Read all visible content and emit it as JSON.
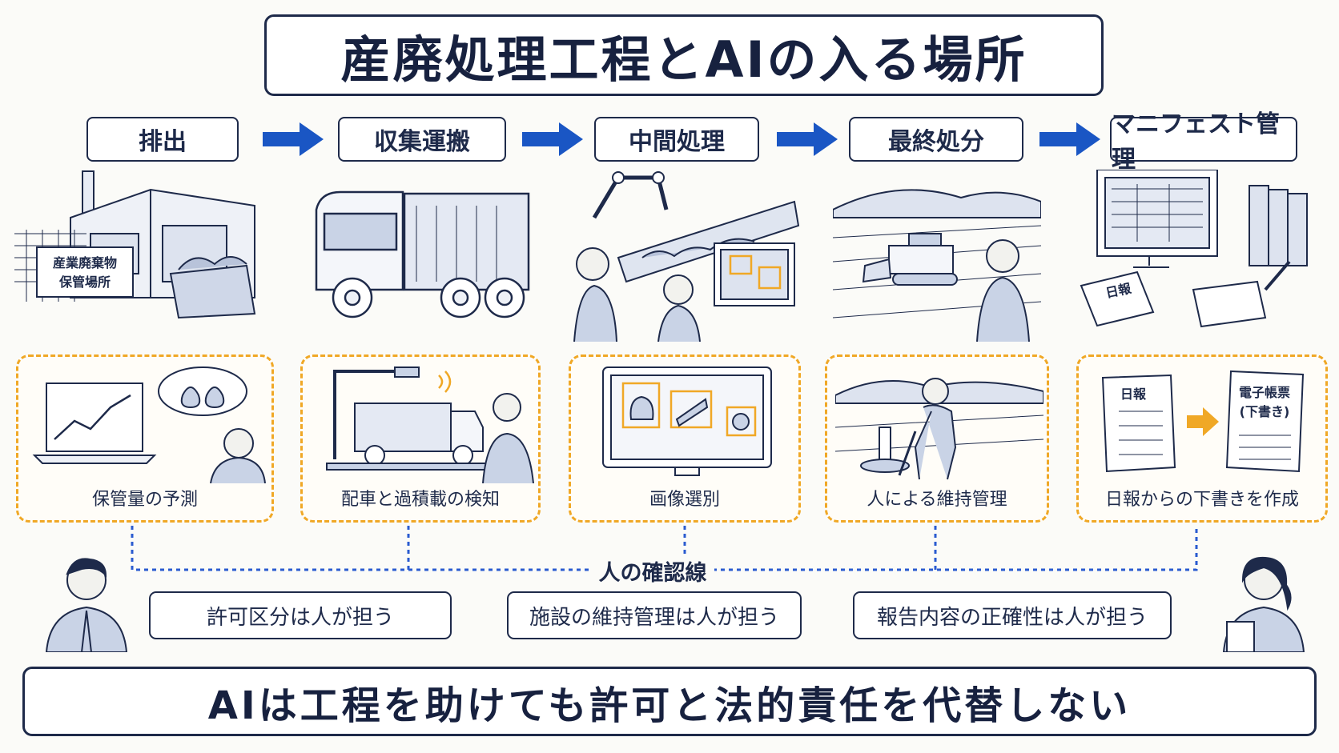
{
  "title": "産廃処理工程とAIの入る場所",
  "steps": [
    {
      "label": "排出"
    },
    {
      "label": "収集運搬"
    },
    {
      "label": "中間処理"
    },
    {
      "label": "最終処分"
    },
    {
      "label": "マニフェスト管理"
    }
  ],
  "scene_texts": {
    "storage_sign": [
      "産業廃棄物",
      "保管場所"
    ],
    "nippo": "日報"
  },
  "ai_points": [
    {
      "caption": "保管量の予測"
    },
    {
      "caption": "配車と過積載の検知"
    },
    {
      "caption": "画像選別"
    },
    {
      "caption": "人による維持管理"
    },
    {
      "caption": "日報からの下書きを作成",
      "doc_left": "日報",
      "doc_right_1": "電子帳票",
      "doc_right_2": "(下書き)"
    }
  ],
  "confirm_line_label": "人の確認線",
  "responsibilities": [
    {
      "label": "許可区分は人が担う"
    },
    {
      "label": "施設の維持管理は人が担う"
    },
    {
      "label": "報告内容の正確性は人が担う"
    }
  ],
  "bottom_message": "AIは工程を助けても許可と法的責任を代替しない",
  "colors": {
    "navy": "#1e2a4a",
    "arrow_blue": "#1a56c4",
    "ai_orange": "#f0a826",
    "line_blue": "#2a5bd0"
  }
}
